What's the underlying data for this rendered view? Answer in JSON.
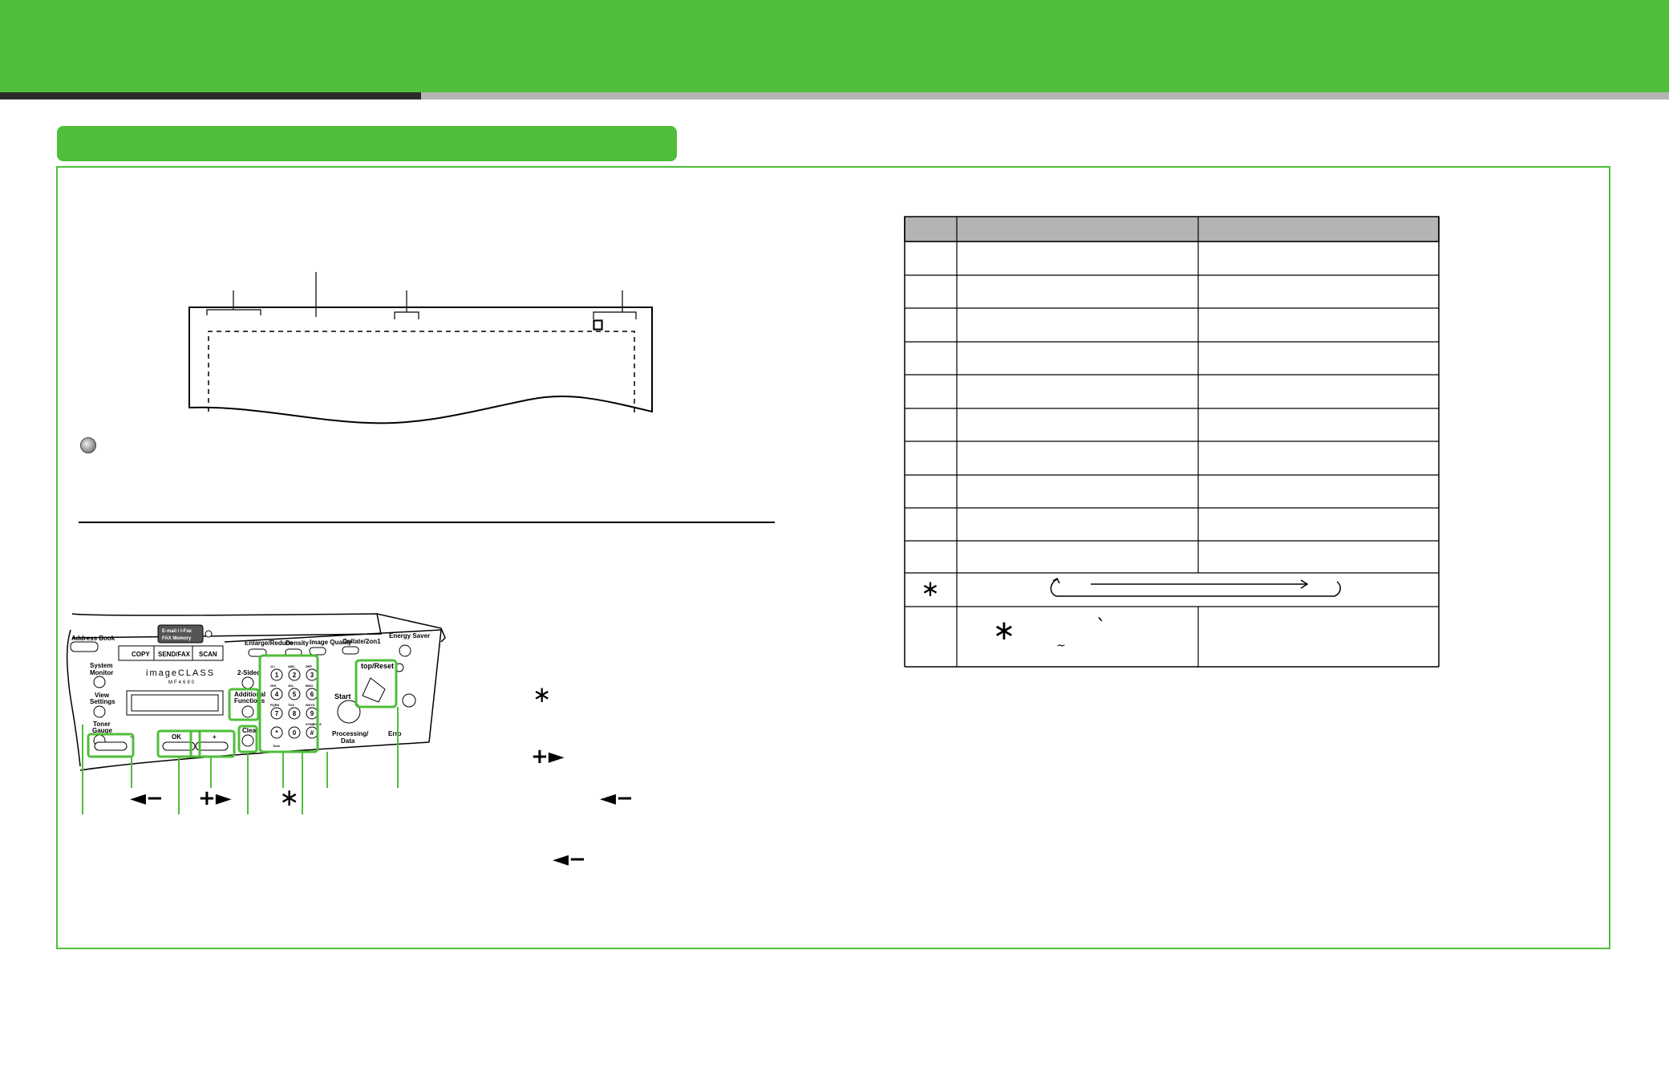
{
  "sample_output": {
    "page_icon": "document-page-icon"
  },
  "control_panel": {
    "buttons": {
      "address_book": "Address Book",
      "copy": "COPY",
      "send_fax": "SEND/FAX",
      "scan": "SCAN",
      "enlarge_reduce": "Enlarge/Reduce",
      "density": "Density",
      "image_quality": "Image Quality",
      "collate": "Collate/2on1",
      "energy_saver": "Energy Saver",
      "system_monitor_1": "System",
      "system_monitor_2": "Monitor",
      "view_settings_1": "View",
      "view_settings_2": "Settings",
      "toner_gauge_1": "Toner",
      "toner_gauge_2": "Gauge",
      "two_sided": "2-Sided",
      "additional_functions_1": "Additional",
      "additional_functions_2": "Functions",
      "clear": "Clear",
      "ok": "OK",
      "start": "Start",
      "stop_reset": "top/Reset",
      "processing_data_1": "Processing/",
      "processing_data_2": "Data",
      "error": "Erro",
      "email_indicator_1": "E-mail / I-Fax",
      "email_indicator_2": "FAX Memory"
    },
    "brand": "imageCLASS",
    "model": "MF4690",
    "keypad": {
      "keys": [
        "1",
        "2",
        "3",
        "4",
        "5",
        "6",
        "7",
        "8",
        "9",
        "*",
        "0",
        "#"
      ],
      "letters": [
        "@./",
        "ABC",
        "DEF",
        "GHI",
        "JKL",
        "MNO",
        "PQRS",
        "TUV",
        "WXYZ",
        "",
        "",
        "SYMBOLS"
      ],
      "tone": "Tone"
    },
    "callout_labels": {
      "minus": "◄−",
      "plus": "+►",
      "star": "∗"
    }
  },
  "instructions": {
    "star": "∗",
    "plus": "+►",
    "minus_1": "◄−",
    "minus_2": "◄−"
  },
  "table": {
    "star_row_symbol": "∗",
    "last_row": {
      "star": "∗",
      "grave": "`",
      "tilde": "~"
    }
  }
}
